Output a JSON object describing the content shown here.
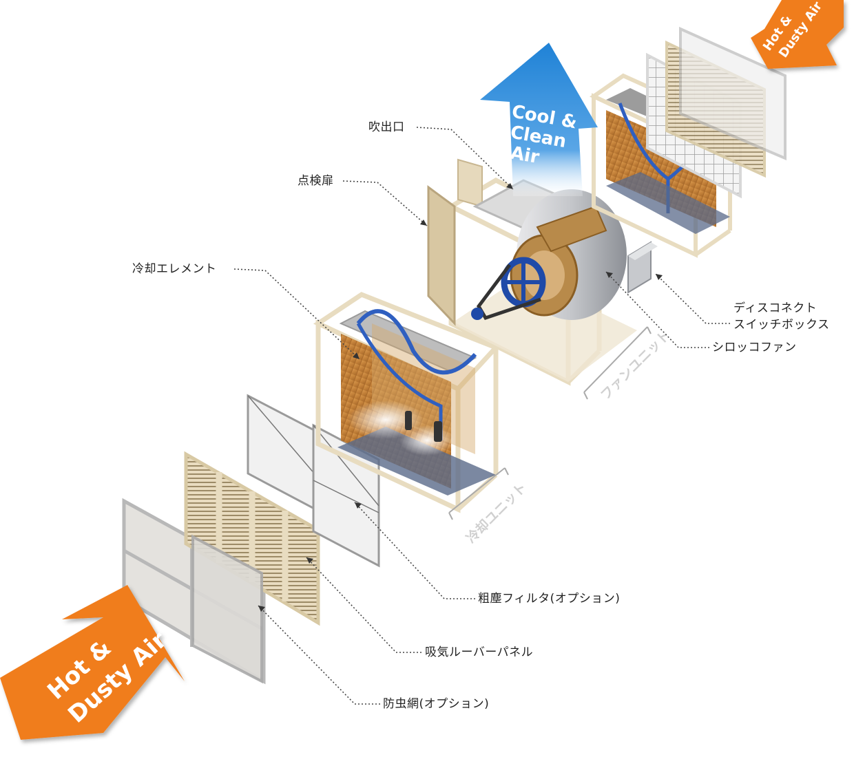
{
  "arrows": {
    "hot_large": {
      "line1": "Hot &",
      "line2": "Dusty Air",
      "color": "#f07d1c"
    },
    "hot_small": {
      "line1": "Hot &",
      "line2": "Dusty Air",
      "color": "#f07d1c"
    },
    "cool": {
      "line1": "Cool &",
      "line2": "Clean",
      "line3": "Air",
      "color": "#1f82d6"
    }
  },
  "callouts": {
    "outlet": "吹出口",
    "inspection_door": "点検扉",
    "cooling_element": "冷却エレメント",
    "disconnect_box_line1": "ディスコネクト",
    "disconnect_box_line2": "スイッチボックス",
    "sirocco_fan": "シロッコファン",
    "coarse_filter": "粗塵フィルタ(オプション)",
    "louver_panel": "吸気ルーバーパネル",
    "insect_screen": "防虫網(オプション)"
  },
  "units": {
    "fan_unit": "ファンユニット",
    "cooling_unit": "冷却ユニット"
  },
  "colors": {
    "frame": "#e8dcc0",
    "pad": "#c98a3f",
    "pipe": "#2f5fc0",
    "water": "#5a6a8a"
  }
}
